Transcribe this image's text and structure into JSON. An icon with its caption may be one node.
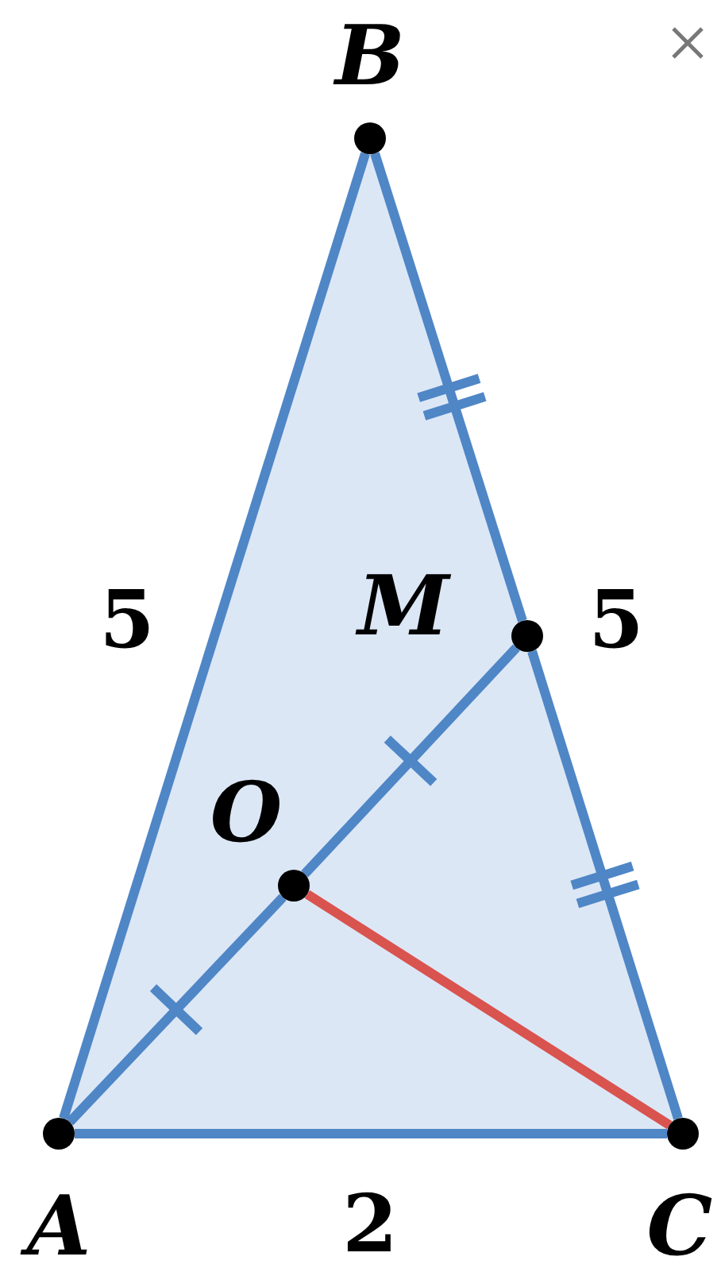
{
  "diagram": {
    "nodes": [
      {
        "text": [
          "B"
        ]
      },
      {
        "text": [
          "M"
        ]
      },
      {
        "text": [
          "O"
        ]
      },
      {
        "text": [
          "A"
        ]
      },
      {
        "text": [
          "C"
        ]
      }
    ],
    "edges": [
      {
        "from": 3,
        "to": 0,
        "arrow": "none"
      },
      {
        "from": 0,
        "to": 1,
        "arrow": "none"
      },
      {
        "from": 1,
        "to": 4,
        "arrow": "none"
      },
      {
        "from": 3,
        "to": 4,
        "arrow": "none"
      },
      {
        "from": 3,
        "to": 2,
        "arrow": "none"
      },
      {
        "from": 2,
        "to": 1,
        "arrow": "none"
      },
      {
        "from": 2,
        "to": 4,
        "arrow": "none",
        "color": "#d9534f"
      }
    ],
    "labels": [
      "5",
      "5",
      "2"
    ]
  }
}
